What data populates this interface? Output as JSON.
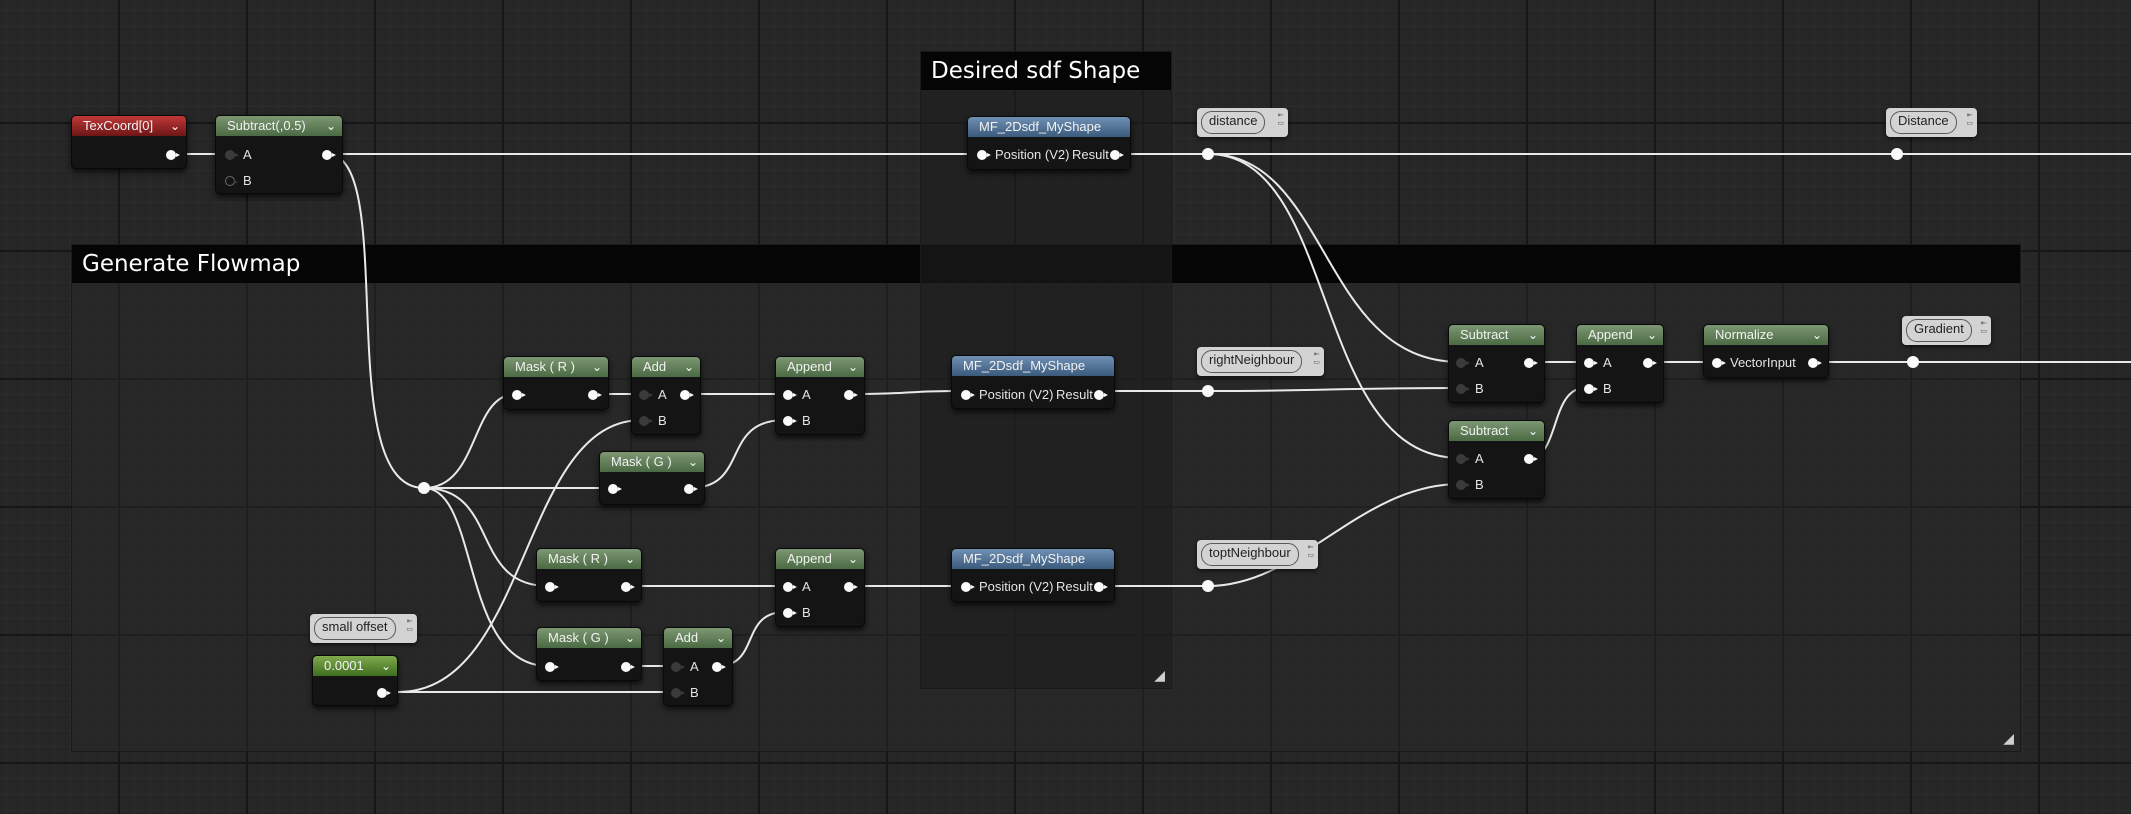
{
  "comments": {
    "desired_shape": "Desired sdf Shape",
    "flowmap": "Generate Flowmap"
  },
  "nodes": {
    "texcoord": "TexCoord[0]",
    "subtract_half": "Subtract(,0.5)",
    "sdf1": "MF_2Dsdf_MyShape",
    "sdf2": "MF_2Dsdf_MyShape",
    "sdf3": "MF_2Dsdf_MyShape",
    "mask_r1": "Mask ( R )",
    "add1": "Add",
    "mask_g1": "Mask ( G )",
    "append1": "Append",
    "mask_r2": "Mask ( R )",
    "append2": "Append",
    "mask_g2": "Mask ( G )",
    "add2": "Add",
    "constant": "0.0001",
    "subtract1": "Subtract",
    "subtract2": "Subtract",
    "append3": "Append",
    "normalize": "Normalize"
  },
  "pins": {
    "a": "A",
    "b": "B",
    "position": "Position (V2)",
    "result": "Result",
    "vector_input": "VectorInput"
  },
  "variables": {
    "distance_set": "distance",
    "distance_get": "Distance",
    "right": "rightNeighbour",
    "top": "toptNeighbour",
    "offset": "small offset",
    "gradient": "Gradient"
  },
  "icons": {
    "dropdown": "chevron-down-icon",
    "resize": "resize-handle-icon"
  },
  "colors": {
    "wire": "#e9e9e9",
    "graph_background": "#262626",
    "texcoord_header": "#a42a2a",
    "math_header": "#5e7d56",
    "function_header": "#4f7096",
    "constant_header": "#5c8a36",
    "variable_tag": "#d3d3d3"
  }
}
